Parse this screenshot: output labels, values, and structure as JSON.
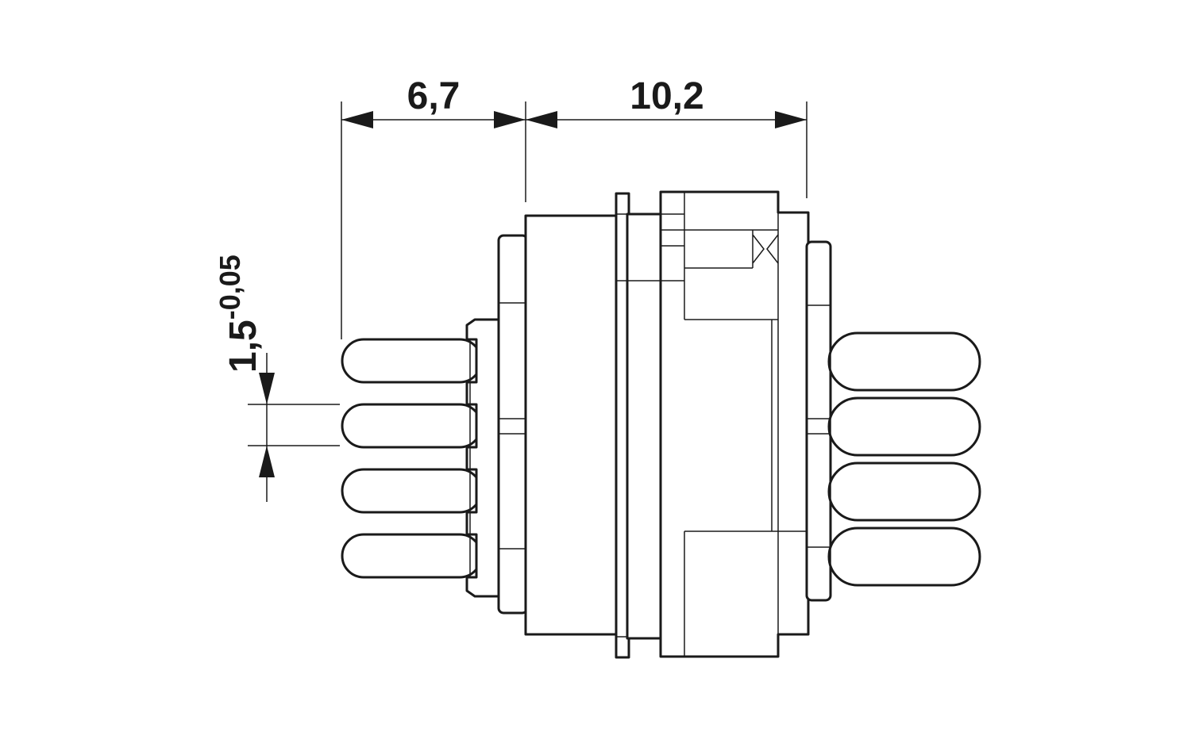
{
  "dimensions": {
    "left_width": "6,7",
    "right_width": "10,2",
    "pin_pitch_base": "1,5",
    "pin_pitch_tolerance": "-0,05"
  },
  "colors": {
    "line": "#1a1a1a",
    "background": "#ffffff"
  }
}
